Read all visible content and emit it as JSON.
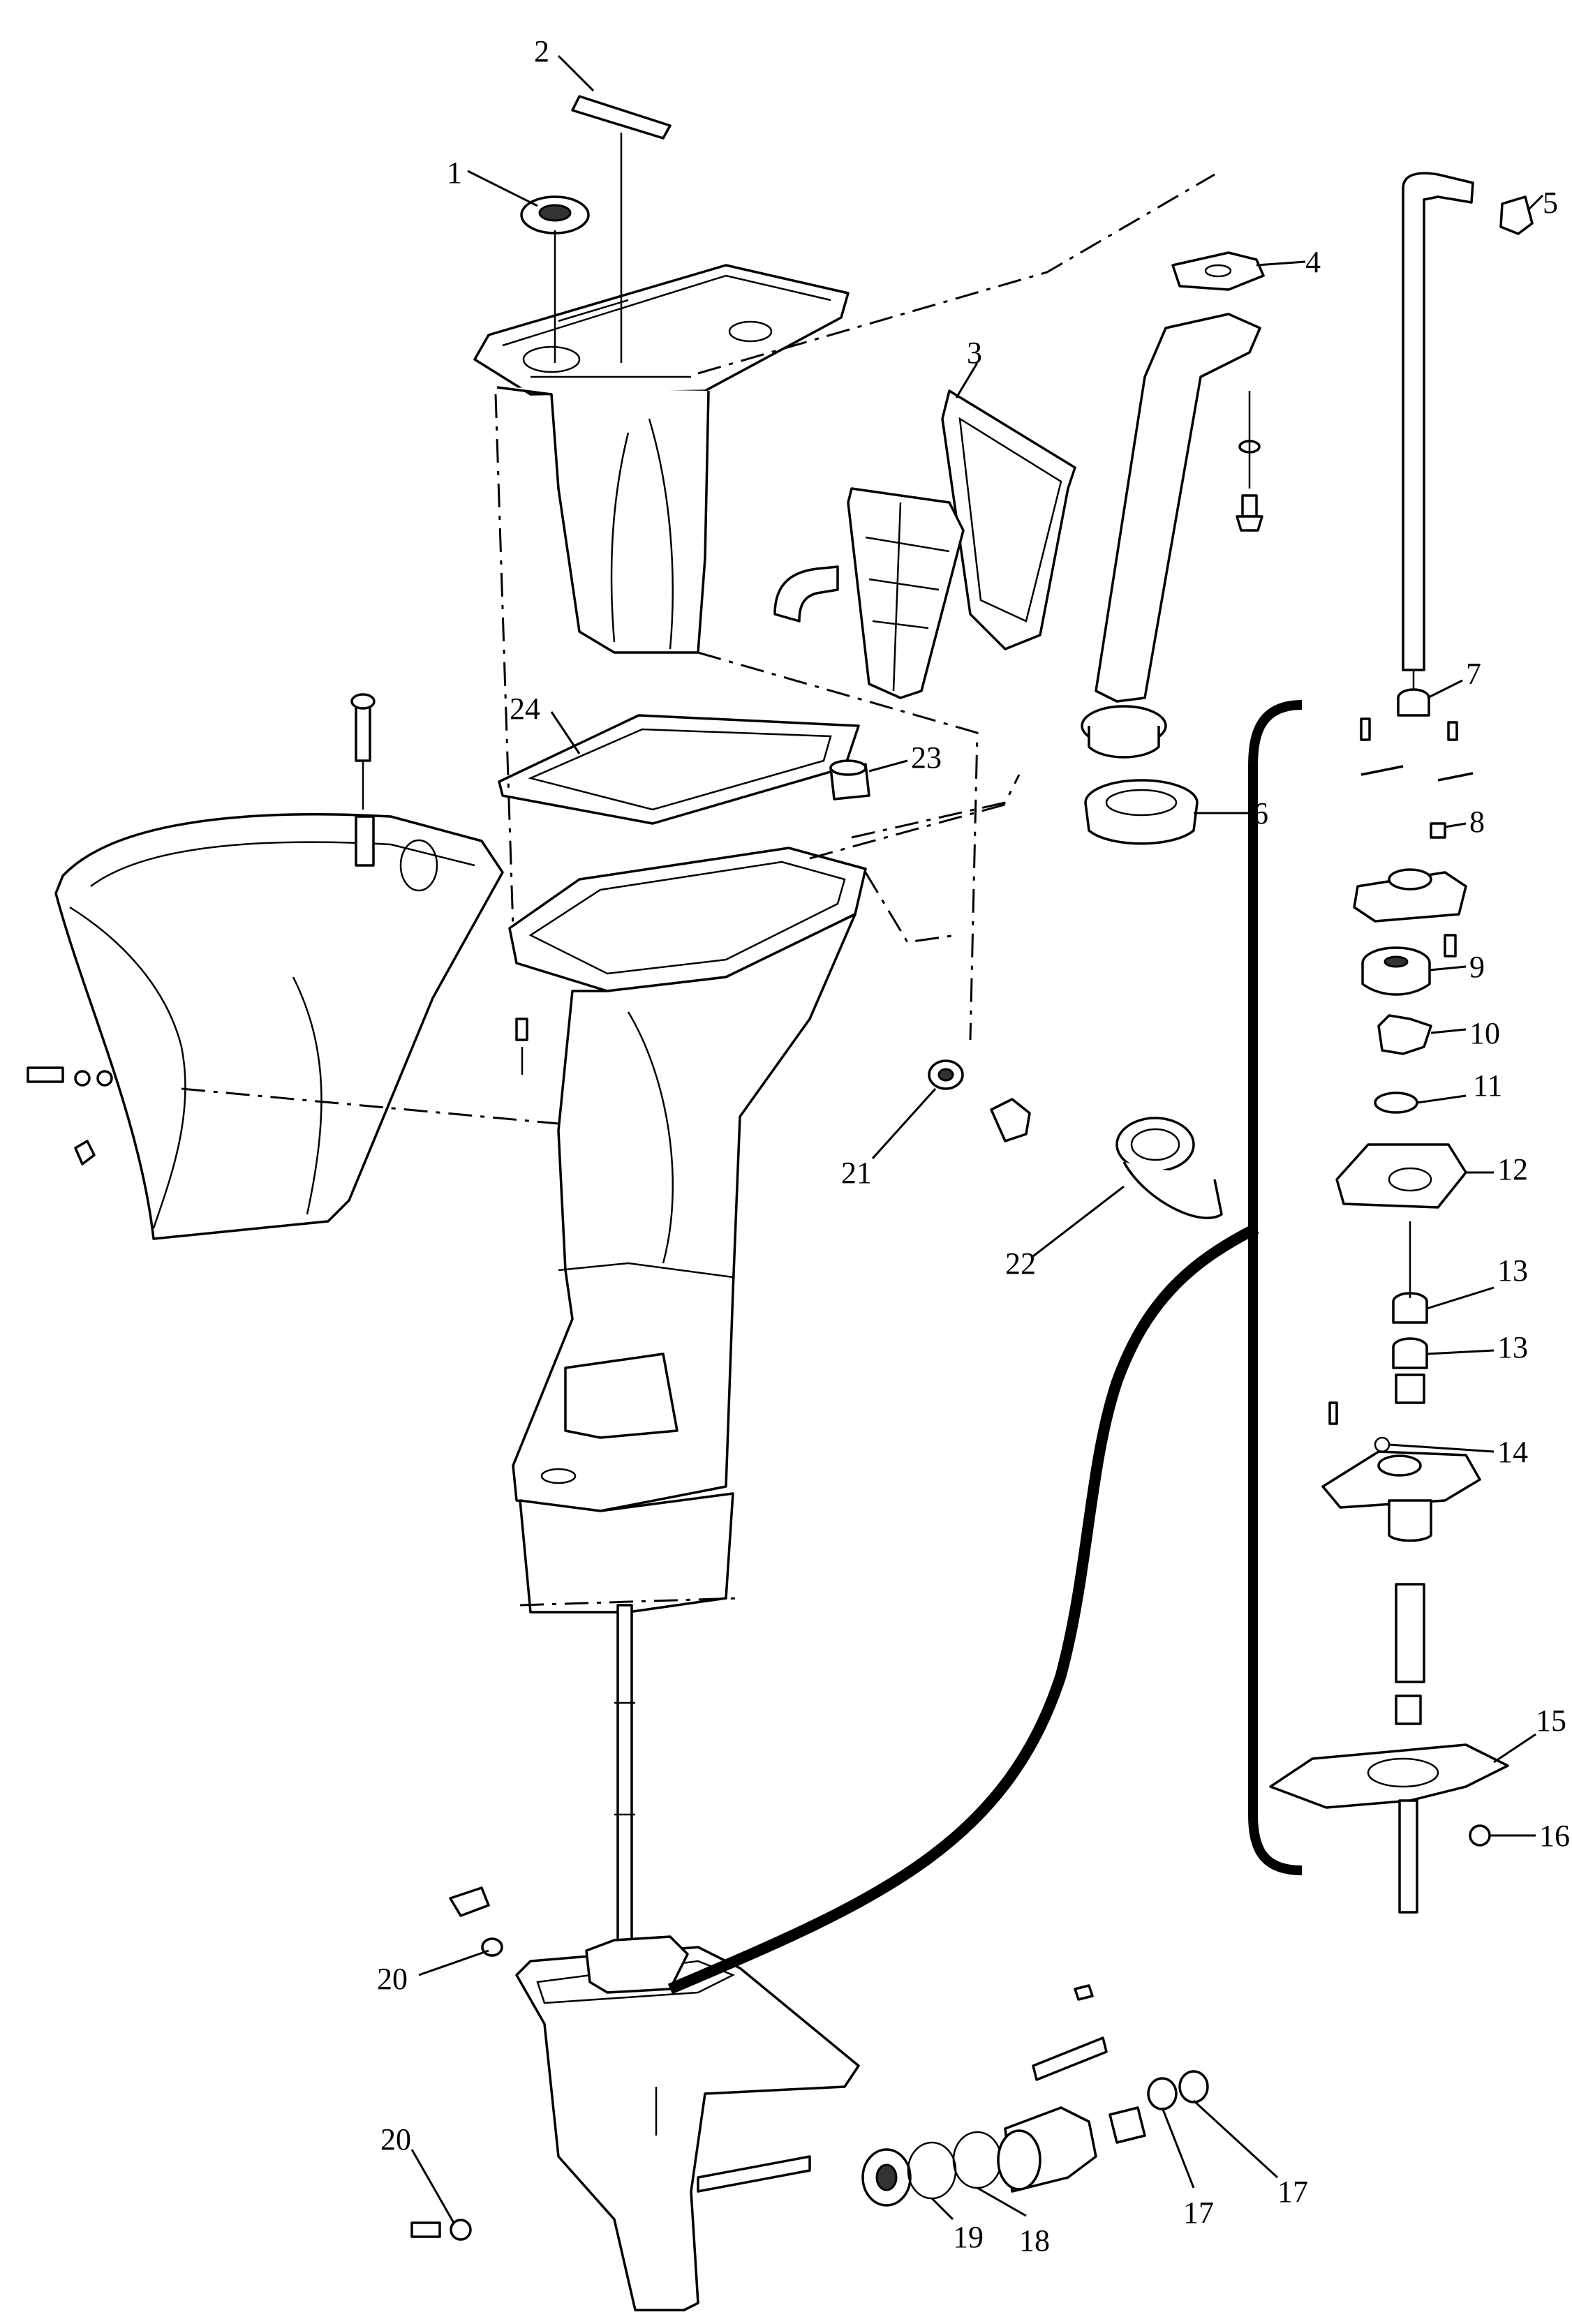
{
  "diagram": {
    "callouts": [
      {
        "id": "c1",
        "label": "1"
      },
      {
        "id": "c2",
        "label": "2"
      },
      {
        "id": "c3",
        "label": "3"
      },
      {
        "id": "c4",
        "label": "4"
      },
      {
        "id": "c5",
        "label": "5"
      },
      {
        "id": "c6",
        "label": "6"
      },
      {
        "id": "c7",
        "label": "7"
      },
      {
        "id": "c8",
        "label": "8"
      },
      {
        "id": "c9",
        "label": "9"
      },
      {
        "id": "c10",
        "label": "10"
      },
      {
        "id": "c11",
        "label": "11"
      },
      {
        "id": "c12",
        "label": "12"
      },
      {
        "id": "c13a",
        "label": "13"
      },
      {
        "id": "c13b",
        "label": "13"
      },
      {
        "id": "c14",
        "label": "14"
      },
      {
        "id": "c15",
        "label": "15"
      },
      {
        "id": "c16",
        "label": "16"
      },
      {
        "id": "c17a",
        "label": "17"
      },
      {
        "id": "c17b",
        "label": "17"
      },
      {
        "id": "c18",
        "label": "18"
      },
      {
        "id": "c19",
        "label": "19"
      },
      {
        "id": "c20a",
        "label": "20"
      },
      {
        "id": "c20b",
        "label": "20"
      },
      {
        "id": "c21",
        "label": "21"
      },
      {
        "id": "c22",
        "label": "22"
      },
      {
        "id": "c23",
        "label": "23"
      },
      {
        "id": "c24",
        "label": "24"
      }
    ]
  }
}
